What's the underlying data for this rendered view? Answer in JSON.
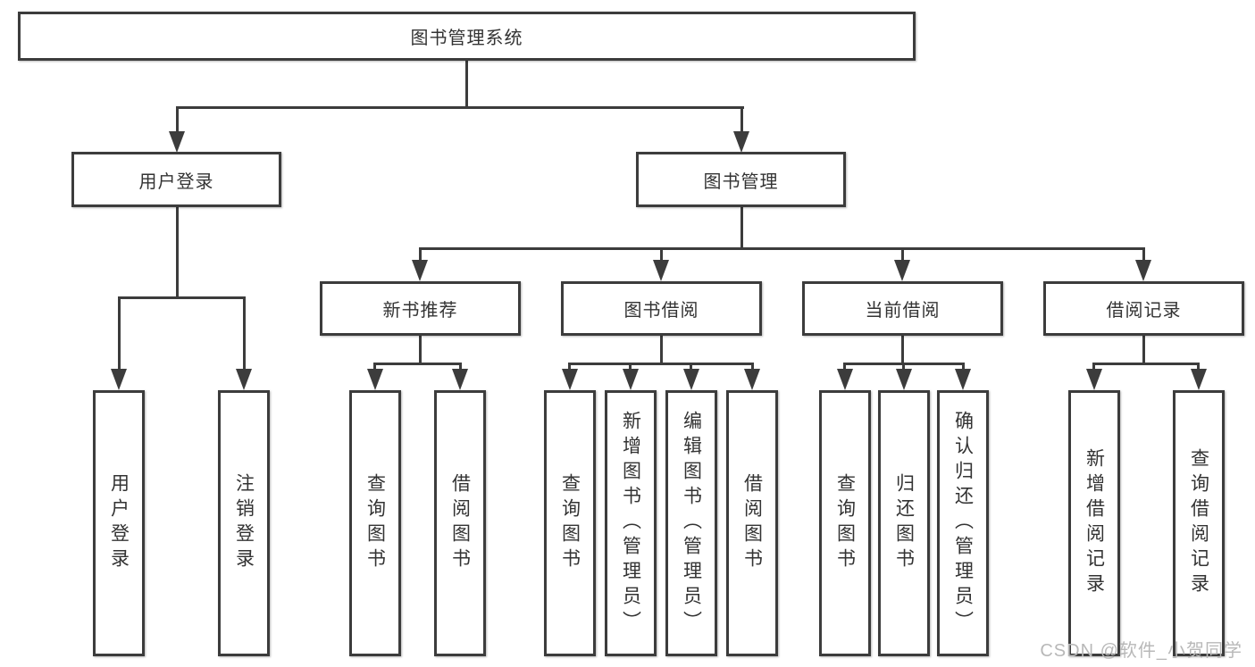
{
  "root": {
    "label": "图书管理系统"
  },
  "branches": {
    "user_login": {
      "label": "用户登录",
      "children": [
        "用户登录",
        "注销登录"
      ]
    },
    "book_mgmt": {
      "label": "图书管理",
      "groups": {
        "new_book": {
          "label": "新书推荐",
          "children": [
            "查询图书",
            "借阅图书"
          ]
        },
        "borrow": {
          "label": "图书借阅",
          "children": [
            "查询图书",
            "新增图书（管理员）",
            "编辑图书（管理员）",
            "借阅图书"
          ]
        },
        "current": {
          "label": "当前借阅",
          "children": [
            "查询图书",
            "归还图书",
            "确认归还（管理员）"
          ]
        },
        "records": {
          "label": "借阅记录",
          "children": [
            "新增借阅记录",
            "查询借阅记录"
          ]
        }
      }
    }
  },
  "watermark": {
    "text": "CSDN @软件_小贺同学"
  },
  "colors": {
    "line": "#3c3c3c",
    "text": "#333333",
    "watermark": "#b8b8b8",
    "background": "#ffffff"
  }
}
